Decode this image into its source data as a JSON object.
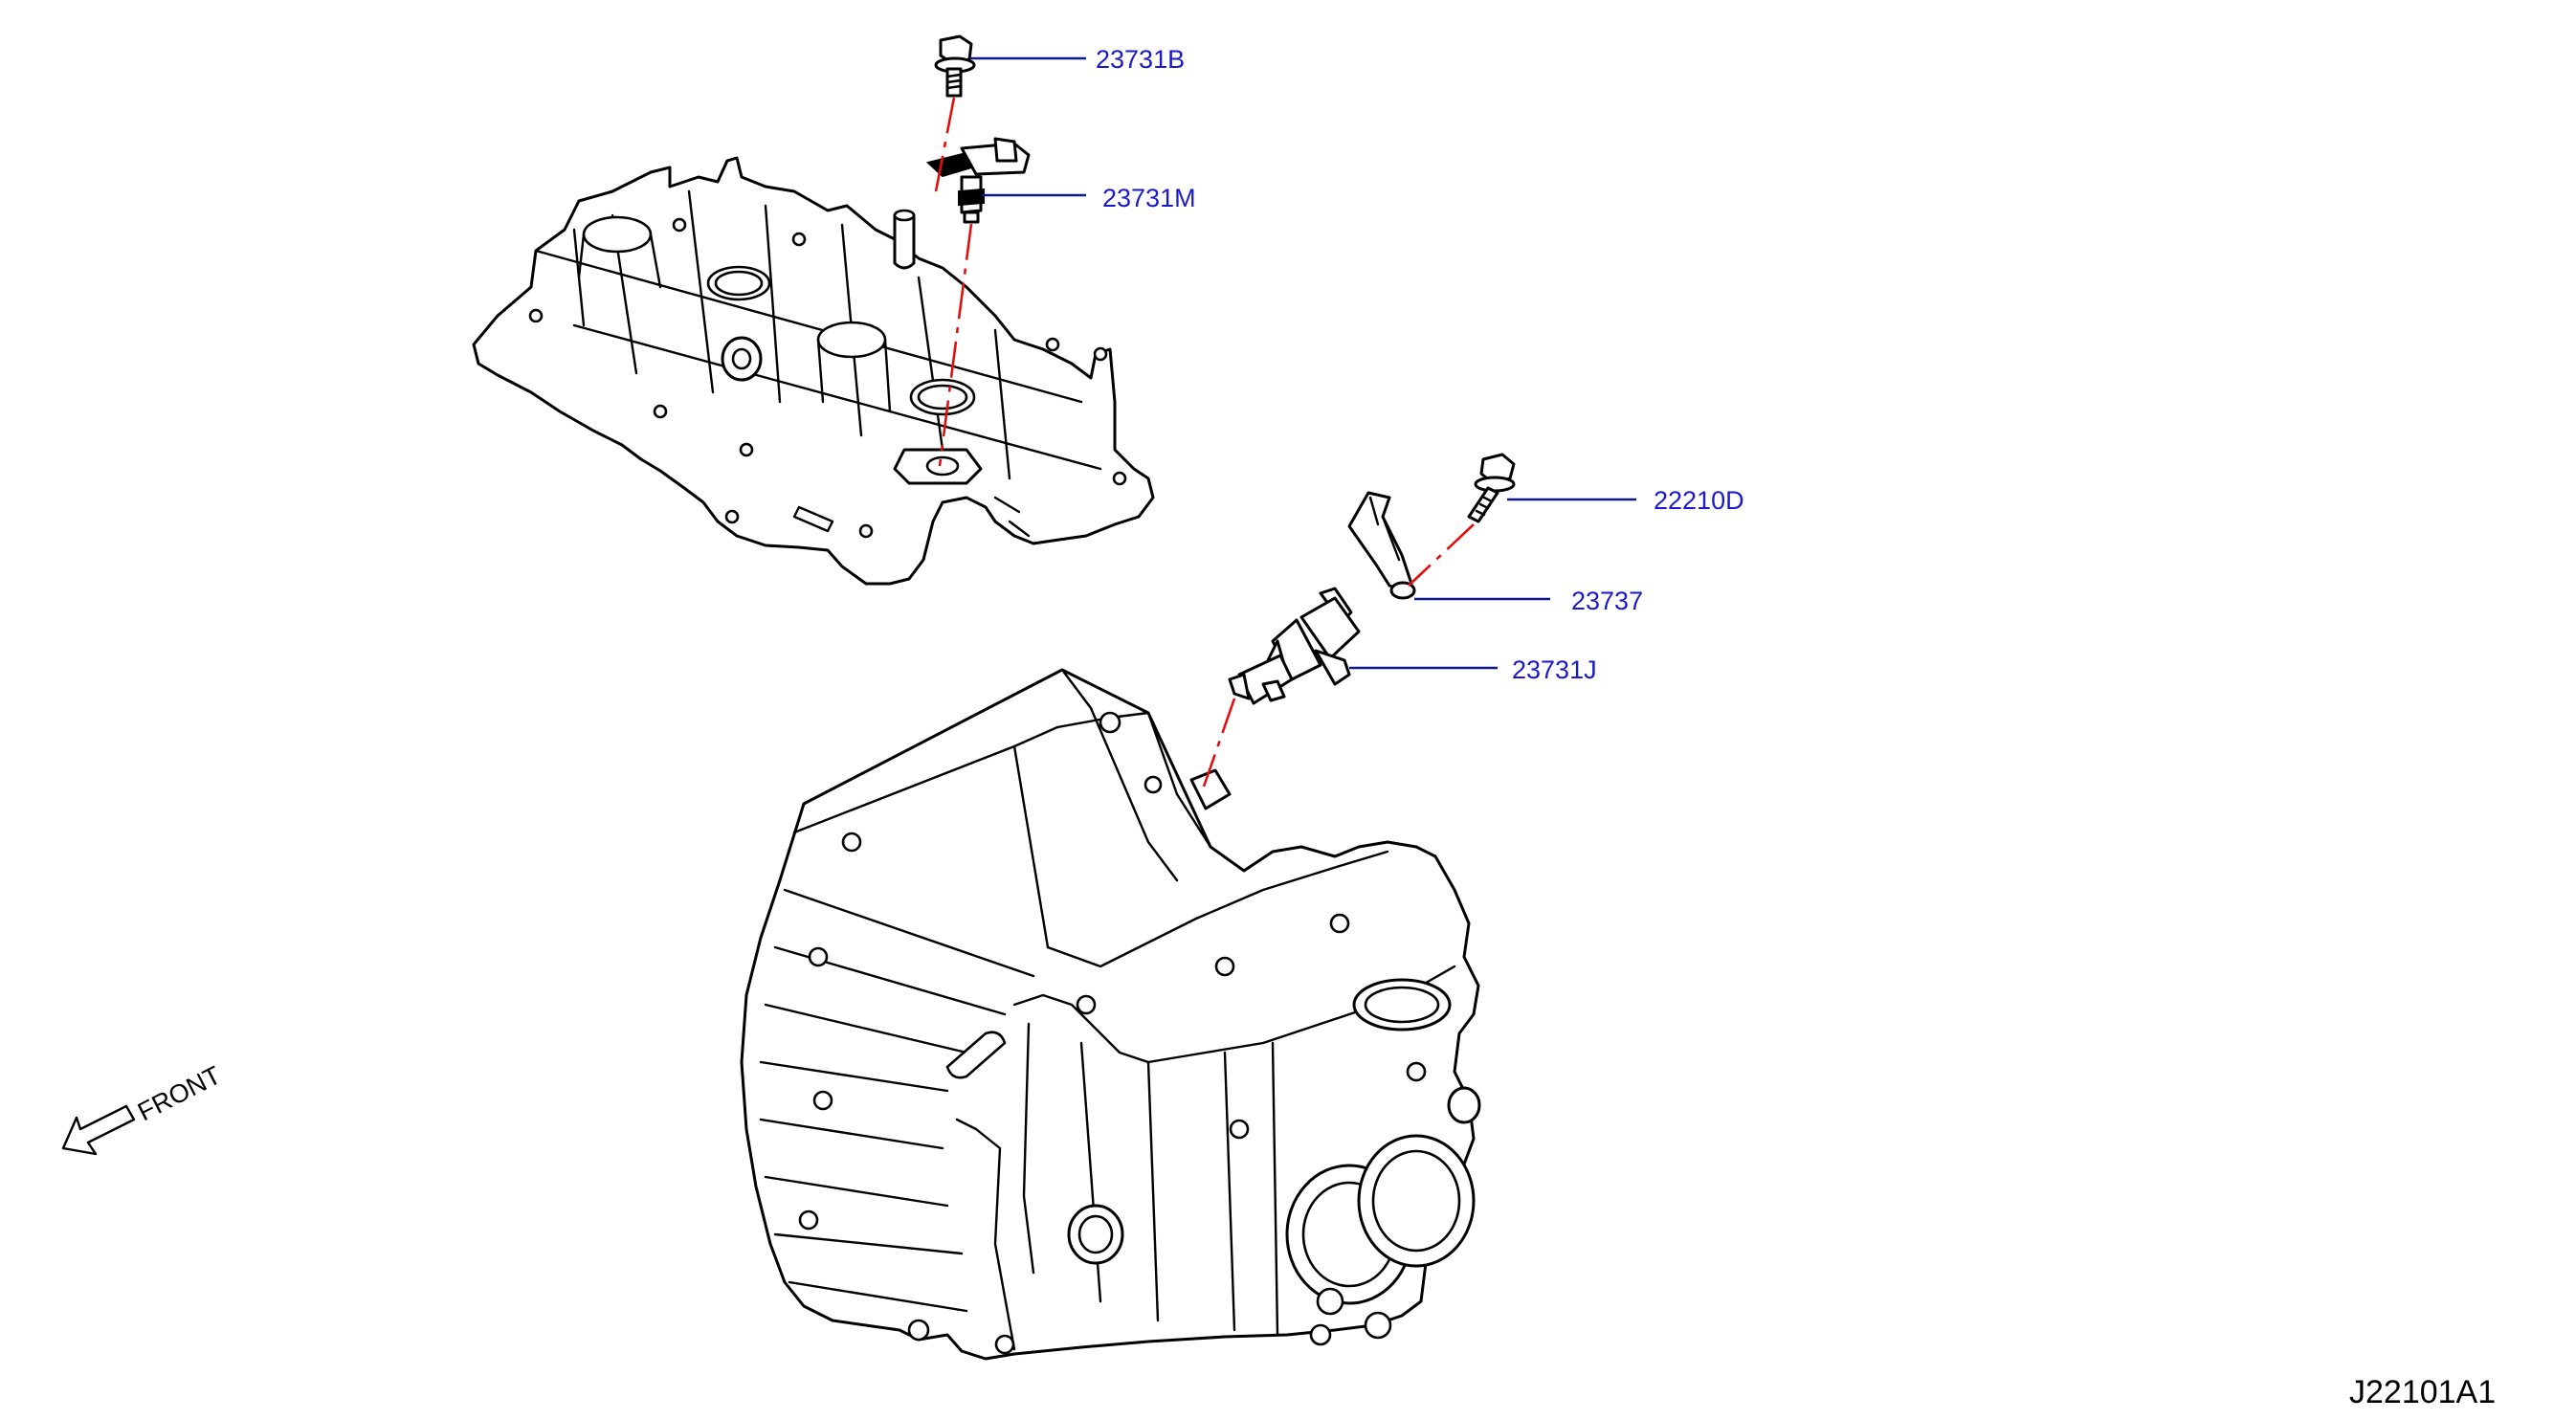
{
  "diagram": {
    "callouts": [
      {
        "id": "c1",
        "label": "23731B"
      },
      {
        "id": "c2",
        "label": "23731M"
      },
      {
        "id": "c3",
        "label": "22210D"
      },
      {
        "id": "c4",
        "label": "23737"
      },
      {
        "id": "c5",
        "label": "23731J"
      }
    ],
    "direction_label": "FRONT",
    "diagram_code": "J22101A1"
  },
  "colors": {
    "callout_text": "#1a1acc",
    "leader_line": "#0d1a8c",
    "assembly_line": "#e01010",
    "outline": "#000000",
    "background": "#ffffff"
  }
}
